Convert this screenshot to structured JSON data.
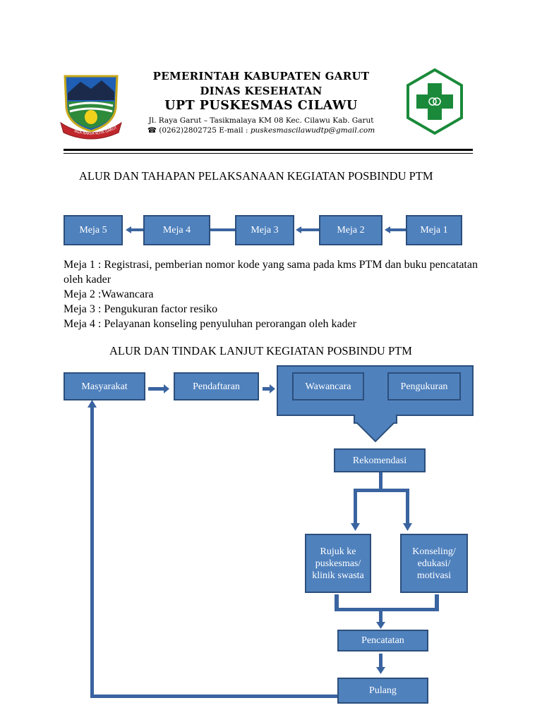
{
  "header": {
    "line1": "PEMERINTAH KABUPATEN GARUT",
    "line2": "DINAS KESEHATAN",
    "line3": "UPT PUSKESMAS CILAWU",
    "address": "Jl. Raya Garut – Tasikmalaya KM 08 Kec. Cilawu Kab. Garut",
    "phone": "☎ (0262)2802725 E-mail :",
    "email": "puskesmascilawudtp@gmail.com",
    "logo_left": "kabupaten-garut-emblem",
    "logo_right": "puskesmas-green-cross",
    "logo_left_motto": "NGA RAKSA KOTA GARUT"
  },
  "section1": {
    "title": "ALUR DAN TAHAPAN  PELAKSANAAN KEGIATAN POSBINDU PTM",
    "tables": [
      "Meja 5",
      "Meja 4",
      "Meja 3",
      "Meja 2",
      "Meja 1"
    ],
    "descriptions": [
      "Meja 1 : Registrasi, pemberian nomor kode yang sama pada kms PTM dan buku pencatatan oleh kader",
      "Meja 2 :Wawancara",
      "Meja 3 : Pengukuran factor resiko",
      "Meja 4 : Pelayanan konseling penyuluhan perorangan oleh kader"
    ]
  },
  "section2": {
    "title": "ALUR DAN TINDAK LANJUT KEGIATAN POSBINDU PTM",
    "nodes": {
      "masyarakat": "Masyarakat",
      "pendaftaran": "Pendaftaran",
      "wawancara": "Wawancara",
      "pengukuran": "Pengukuran",
      "rekomendasi": "Rekomendasi",
      "rujuk": "Rujuk ke puskesmas/ klinik swasta",
      "konseling": "Konseling/ edukasi/ motivasi",
      "pencatatan": "Pencatatan",
      "pulang": "Pulang"
    }
  },
  "colors": {
    "box_fill": "#4f81bd",
    "box_border": "#2c4f7c",
    "arrow": "#3a64a0",
    "cross_green": "#1a8a3a"
  }
}
